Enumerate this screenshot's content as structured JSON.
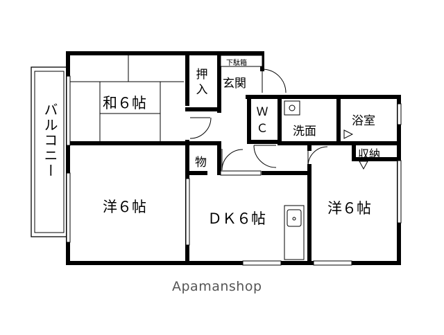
{
  "rooms": {
    "washitsu": "和６帖",
    "oshiire": "押入",
    "genkan": "玄関",
    "getabako": "下駄箱",
    "wc": "ＷＣ",
    "senmen": "洗面",
    "yokushitsu": "浴室",
    "shuno": "収納",
    "mono": "物",
    "yoshitsu_left": "洋６帖",
    "dk": "ＤＫ６帖",
    "yoshitsu_right": "洋６帖",
    "balcony": "バルコニー"
  },
  "brand": "Apamanshop"
}
